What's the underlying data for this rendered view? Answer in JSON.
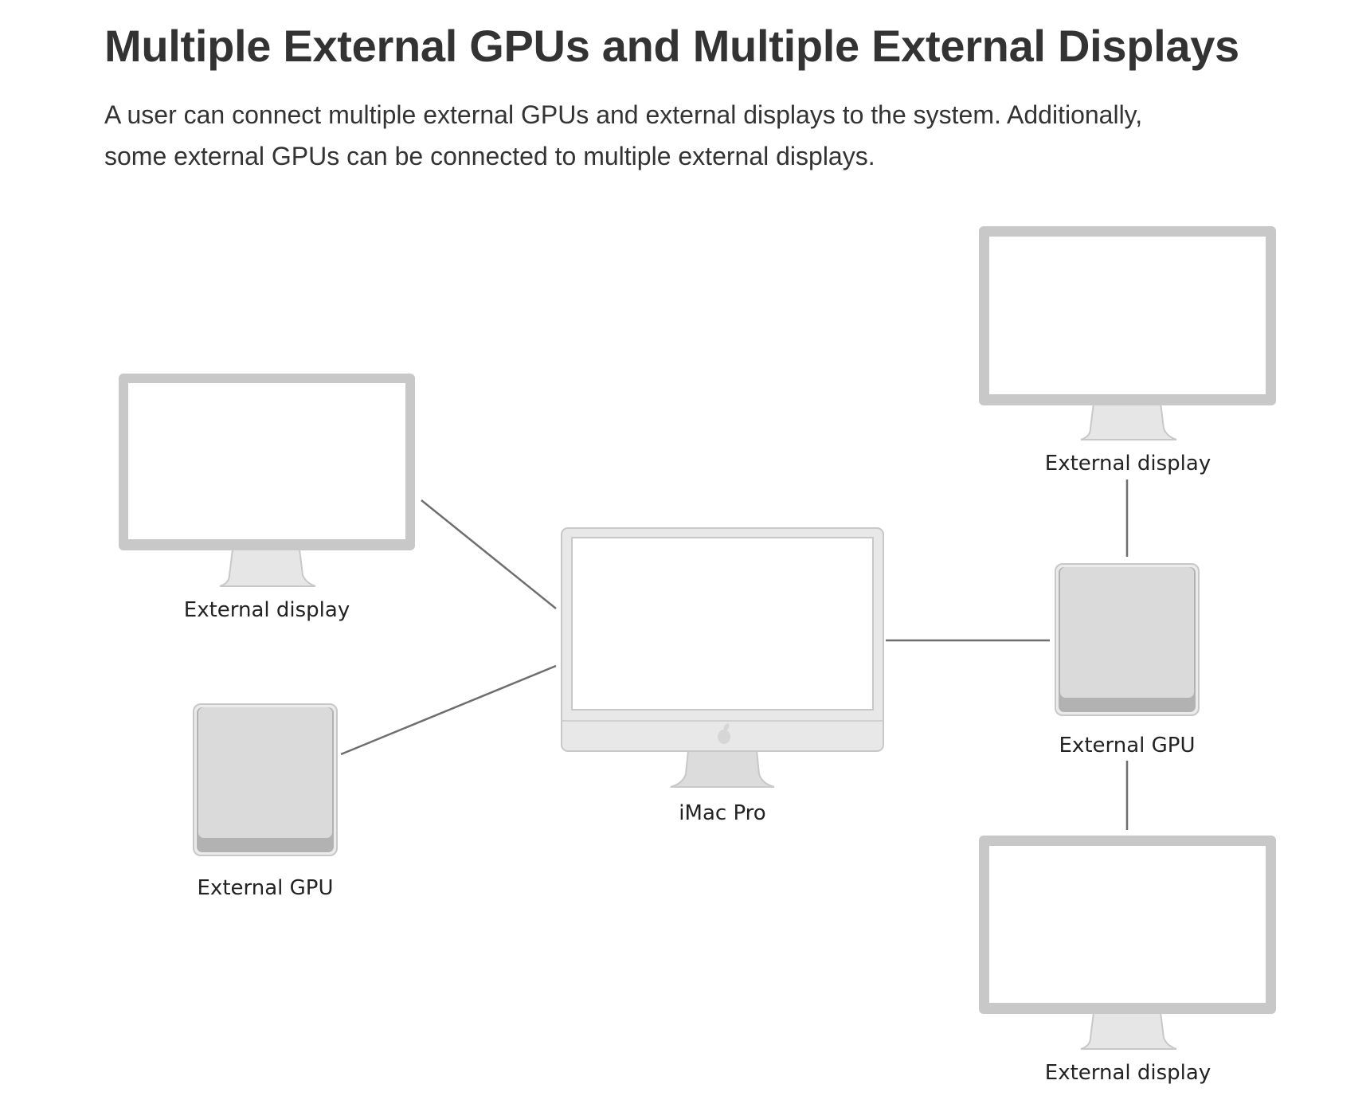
{
  "heading": {
    "title": "Multiple External GPUs and Multiple External Displays"
  },
  "intro": {
    "line1": "A user can connect multiple external GPUs and external displays to the system. Additionally,",
    "line2": "some external GPUs can be connected to multiple external displays."
  },
  "diagram": {
    "nodes": {
      "imac": {
        "label": "iMac Pro",
        "icon": "imac-pro-icon"
      },
      "display_left": {
        "label": "External display",
        "icon": "external-display-icon"
      },
      "gpu_left": {
        "label": "External GPU",
        "icon": "external-gpu-icon"
      },
      "display_top_right": {
        "label": "External display",
        "icon": "external-display-icon"
      },
      "gpu_right": {
        "label": "External GPU",
        "icon": "external-gpu-icon"
      },
      "display_bottom_right": {
        "label": "External display",
        "icon": "external-display-icon"
      }
    },
    "connections": [
      [
        "display_left",
        "imac"
      ],
      [
        "gpu_left",
        "imac"
      ],
      [
        "imac",
        "gpu_right"
      ],
      [
        "gpu_right",
        "display_top_right"
      ],
      [
        "gpu_right",
        "display_bottom_right"
      ]
    ],
    "colors": {
      "frame": "#c8c8c8",
      "stand": "#e6e6e6",
      "gpu_body": "#dadada",
      "gpu_base": "#b2b2b2",
      "connector": "#6e6e6e"
    }
  }
}
